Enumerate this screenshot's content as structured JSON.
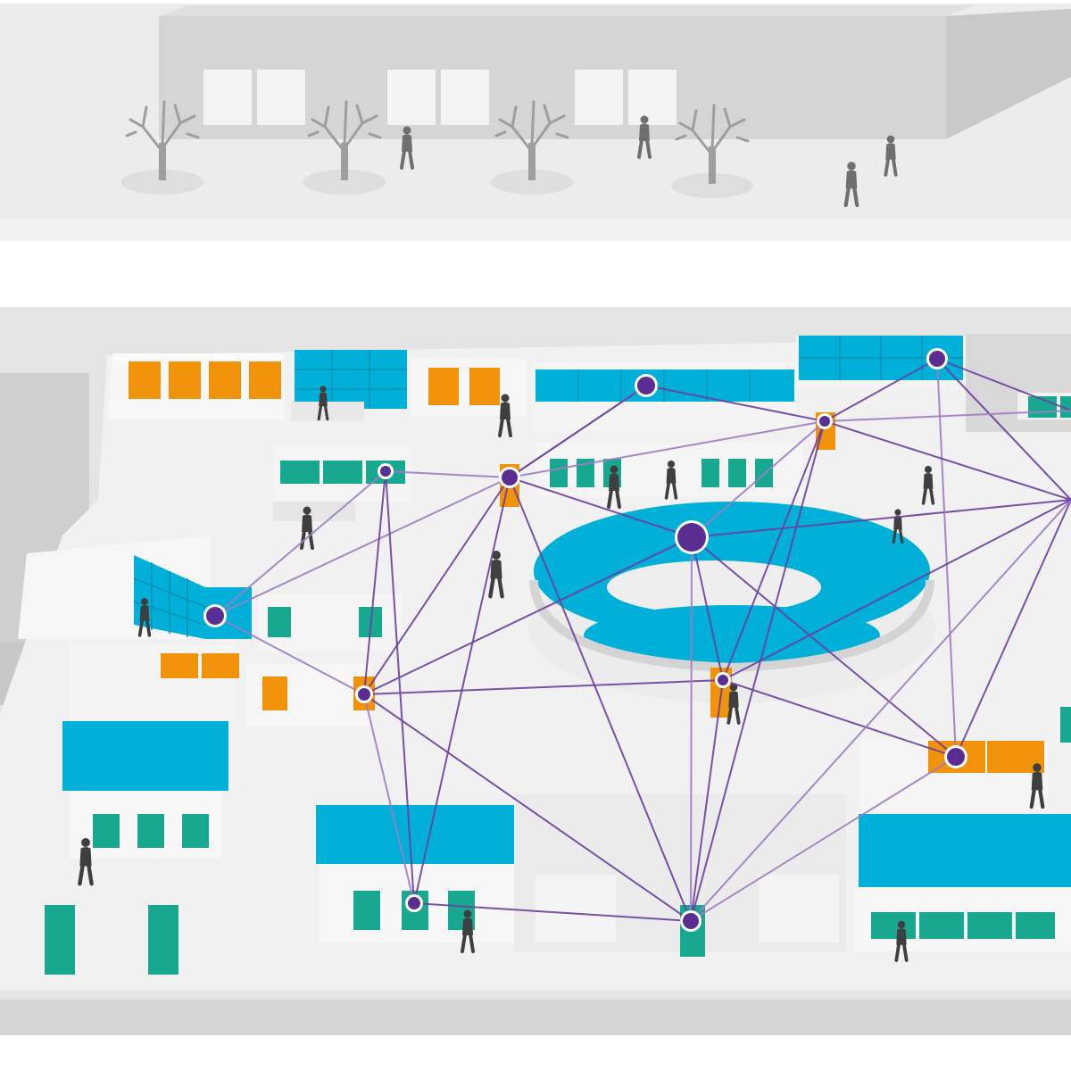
{
  "colors": {
    "background": "#ffffff",
    "street_ground": "#ececec",
    "street_building": "#d9d9d9",
    "street_building_side": "#c9c9c9",
    "street_window": "#f4f4f4",
    "tree": "#9e9e9e",
    "tree_shadow": "#dedede",
    "person_light": "#6f6f6f",
    "person_dark": "#3f3f3f",
    "floor": "#efefef",
    "floor_outer": "#e2e2e2",
    "wall_top": "#fafafa",
    "wall_face": "#dcdcdc",
    "wall_side": "#c8c8c8",
    "shop_orange": "#f0920a",
    "shop_orange_side": "#c97400",
    "shop_teal": "#17a88f",
    "shop_teal_side": "#0e7f6c",
    "screen_cyan": "#00b0d8",
    "screen_cyan_dark": "#0a8fb3",
    "network_line": "#6b3fa0",
    "network_line_light": "#9d7cc4",
    "network_node": "#5a2d91",
    "network_node_ring": "#ffffff"
  },
  "scenes": [
    {
      "id": "street-view",
      "description_hidden": true
    },
    {
      "id": "indoor-network-map"
    }
  ],
  "network": {
    "node_count": 14,
    "link_count": 38,
    "style": "wifi-mesh"
  },
  "icons": [
    "tree-icon",
    "pedestrian-icon",
    "network-node-icon"
  ]
}
